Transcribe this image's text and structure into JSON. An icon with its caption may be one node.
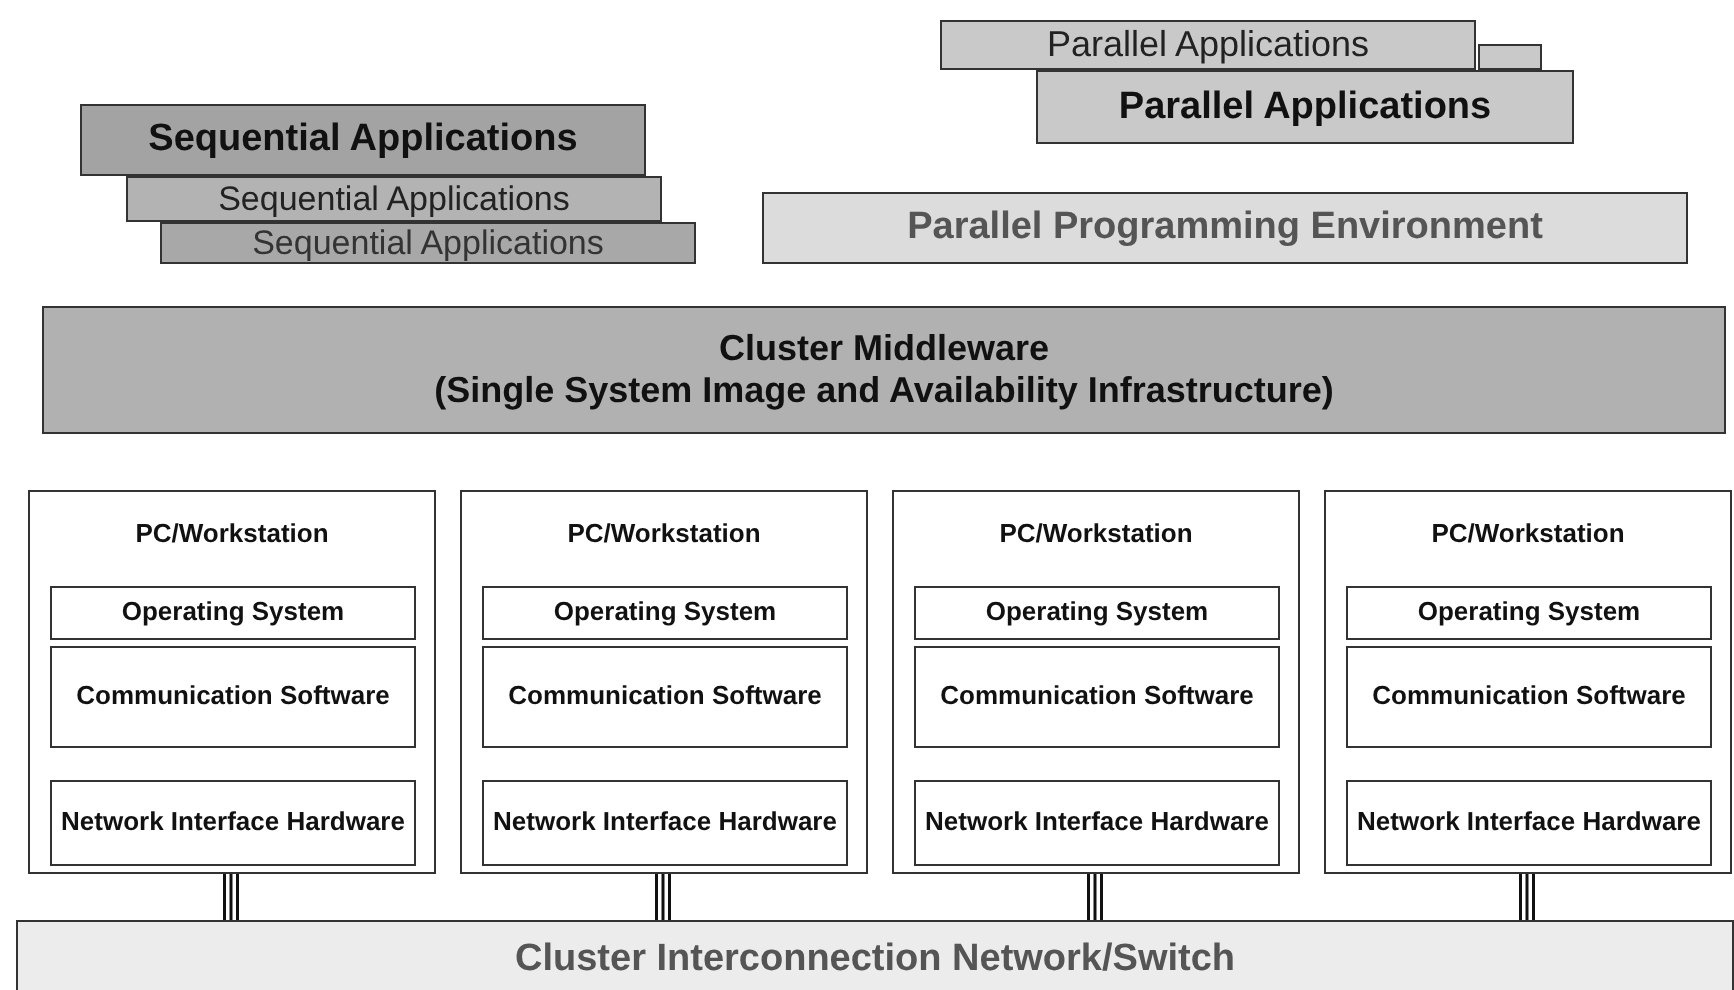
{
  "diagram": {
    "nodes": [
      {
        "text": [
          "Sequential Applications"
        ]
      },
      {
        "text": [
          "Sequential Applications"
        ]
      },
      {
        "text": [
          "Sequential Applications"
        ]
      },
      {
        "text": [
          "Parallel Applications"
        ]
      },
      {
        "text": [],
        "shape": "box"
      },
      {
        "text": [
          "Parallel Applications"
        ]
      },
      {
        "text": [
          "Parallel Programming Environment"
        ]
      },
      {
        "text": [
          "Cluster Middleware",
          "(Single System Image and Availability Infrastructure)"
        ]
      },
      {
        "text": [
          "PC/Workstation"
        ]
      },
      {
        "text": [
          "Operating System"
        ],
        "in": 8
      },
      {
        "text": [
          "Communication Software"
        ],
        "in": 8
      },
      {
        "text": [
          "Network Interface Hardware"
        ],
        "in": 8
      },
      {
        "text": [
          "PC/Workstation"
        ]
      },
      {
        "text": [
          "Operating System"
        ],
        "in": 12
      },
      {
        "text": [
          "Communication Software"
        ],
        "in": 12
      },
      {
        "text": [
          "Network Interface Hardware"
        ],
        "in": 12
      },
      {
        "text": [
          "PC/Workstation"
        ]
      },
      {
        "text": [
          "Operating System"
        ],
        "in": 16
      },
      {
        "text": [
          "Communication Software"
        ],
        "in": 16
      },
      {
        "text": [
          "Network Interface Hardware"
        ],
        "in": 16
      },
      {
        "text": [
          "PC/Workstation"
        ]
      },
      {
        "text": [
          "Operating System"
        ],
        "in": 20
      },
      {
        "text": [
          "Communication Software"
        ],
        "in": 20
      },
      {
        "text": [
          "Network Interface Hardware"
        ],
        "in": 20
      },
      {
        "text": [
          "Cluster Interconnection Network/Switch"
        ]
      }
    ],
    "edges": [
      {
        "from": 11,
        "to": 24,
        "arrow": "none"
      },
      {
        "from": 15,
        "to": 24,
        "arrow": "none"
      },
      {
        "from": 19,
        "to": 24,
        "arrow": "none"
      },
      {
        "from": 23,
        "to": 24,
        "arrow": "none"
      }
    ]
  }
}
